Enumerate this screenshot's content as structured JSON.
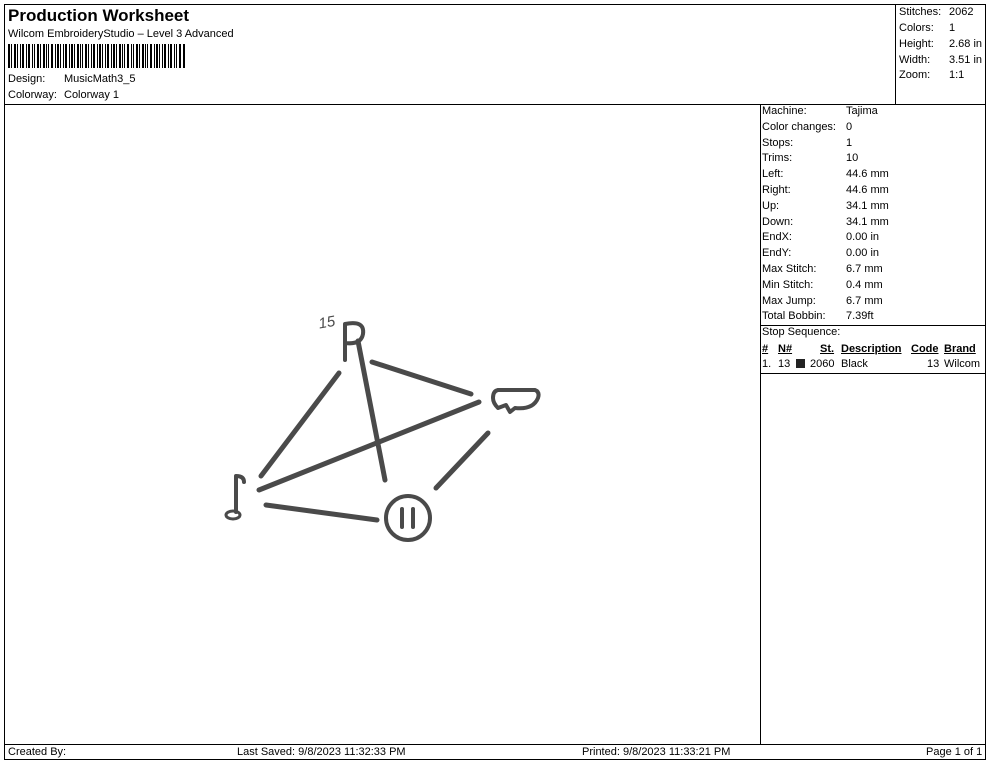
{
  "header": {
    "title": "Production Worksheet",
    "software": "Wilcom EmbroideryStudio – Level 3 Advanced",
    "design_label": "Design:",
    "design_value": "MusicMath3_5",
    "colorway_label": "Colorway:",
    "colorway_value": "Colorway 1"
  },
  "summary": {
    "stitches_label": "Stitches:",
    "stitches_value": "2062",
    "colors_label": "Colors:",
    "colors_value": "1",
    "height_label": "Height:",
    "height_value": "2.68 in",
    "width_label": "Width:",
    "width_value": "3.51 in",
    "zoom_label": "Zoom:",
    "zoom_value": "1:1"
  },
  "details": [
    {
      "label": "Machine:",
      "value": "Tajima"
    },
    {
      "label": "Color changes:",
      "value": "0"
    },
    {
      "label": "Stops:",
      "value": "1"
    },
    {
      "label": "Trims:",
      "value": "10"
    },
    {
      "label": "Left:",
      "value": "44.6 mm"
    },
    {
      "label": "Right:",
      "value": "44.6 mm"
    },
    {
      "label": "Up:",
      "value": "34.1 mm"
    },
    {
      "label": "Down:",
      "value": "34.1 mm"
    },
    {
      "label": "EndX:",
      "value": "0.00 in"
    },
    {
      "label": "EndY:",
      "value": "0.00 in"
    },
    {
      "label": "Max Stitch:",
      "value": "6.7 mm"
    },
    {
      "label": "Min Stitch:",
      "value": "0.4 mm"
    },
    {
      "label": "Max Jump:",
      "value": "6.7 mm"
    },
    {
      "label": "Total Bobbin:",
      "value": "7.39ft"
    }
  ],
  "stop_sequence": {
    "title": "Stop Sequence:",
    "headers": {
      "num": "#",
      "n": "N#",
      "st": "St.",
      "description": "Description",
      "code": "Code",
      "brand": "Brand"
    },
    "rows": [
      {
        "num": "1.",
        "n": "13",
        "color": "#222222",
        "st": "2060",
        "description": "Black",
        "code": "13",
        "brand": "Wilcom"
      }
    ]
  },
  "design_art": {
    "label": "15",
    "thread_color": "#4a4a4a"
  },
  "footer": {
    "created_by": "Created By:",
    "last_saved": "Last Saved: 9/8/2023 11:32:33 PM",
    "printed": "Printed: 9/8/2023 11:33:21 PM",
    "page": "Page 1 of 1"
  }
}
